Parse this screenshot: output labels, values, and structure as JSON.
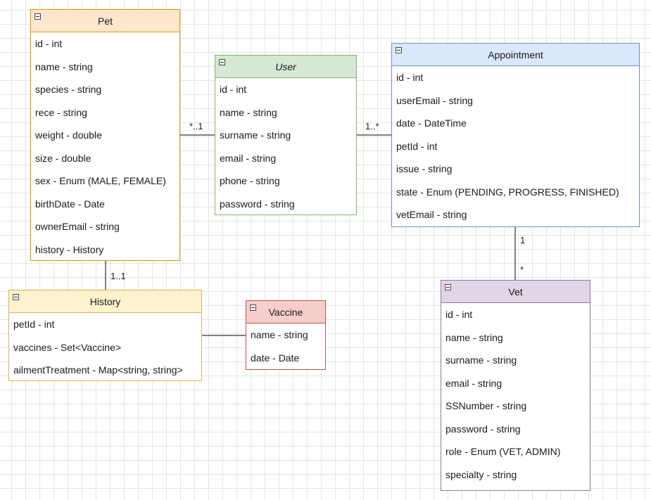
{
  "classes": {
    "pet": {
      "name": "Pet",
      "attributes": [
        "id - int",
        "name - string",
        "species - string",
        "rece - string",
        "weight - double",
        "size - double",
        "sex - Enum (MALE, FEMALE)",
        "birthDate - Date",
        "ownerEmail - string",
        "history - History"
      ]
    },
    "user": {
      "name": "User",
      "attributes": [
        "id - int",
        "name - string",
        "surname - string",
        "email - string",
        "phone - string",
        "password - string"
      ]
    },
    "appointment": {
      "name": "Appointment",
      "attributes": [
        "id - int",
        "userEmail - string",
        "date - DateTime",
        "petId - int",
        "issue - string",
        "state - Enum (PENDING, PROGRESS, FINISHED)",
        "vetEmail - string"
      ]
    },
    "history": {
      "name": "History",
      "attributes": [
        "petId - int",
        "vaccines - Set<Vaccine>",
        "ailmentTreatment - Map<string, string>"
      ]
    },
    "vaccine": {
      "name": "Vaccine",
      "attributes": [
        "name - string",
        "date - Date"
      ]
    },
    "vet": {
      "name": "Vet",
      "attributes": [
        "id - int",
        "name - string",
        "surname - string",
        "email - string",
        "SSNumber - string",
        "password - string",
        "role - Enum (VET, ADMIN)",
        "specialty - string"
      ]
    }
  },
  "associations": {
    "pet_user": {
      "multiplicity": "*..1"
    },
    "user_appointment": {
      "multiplicity": "1..*"
    },
    "pet_history": {
      "multiplicity": "1..1"
    },
    "appointment_vet": {
      "source_multiplicity": "1",
      "target_multiplicity": "*"
    }
  },
  "colors": {
    "line": "#000000",
    "pet_stroke": "#d79b00",
    "pet_fill": "#ffe6cc",
    "user_stroke": "#82b366",
    "user_fill": "#d5e8d4",
    "appointment_stroke": "#6c8ebf",
    "appointment_fill": "#dae8fc",
    "history_stroke": "#d6b656",
    "history_fill": "#fff2cc",
    "vaccine_stroke": "#b85450",
    "vaccine_fill": "#f8cecc",
    "vet_stroke": "#9673a6",
    "vet_fill": "#e1d5e7"
  },
  "icons": {
    "class_toggle": "collapse-minus-icon"
  }
}
